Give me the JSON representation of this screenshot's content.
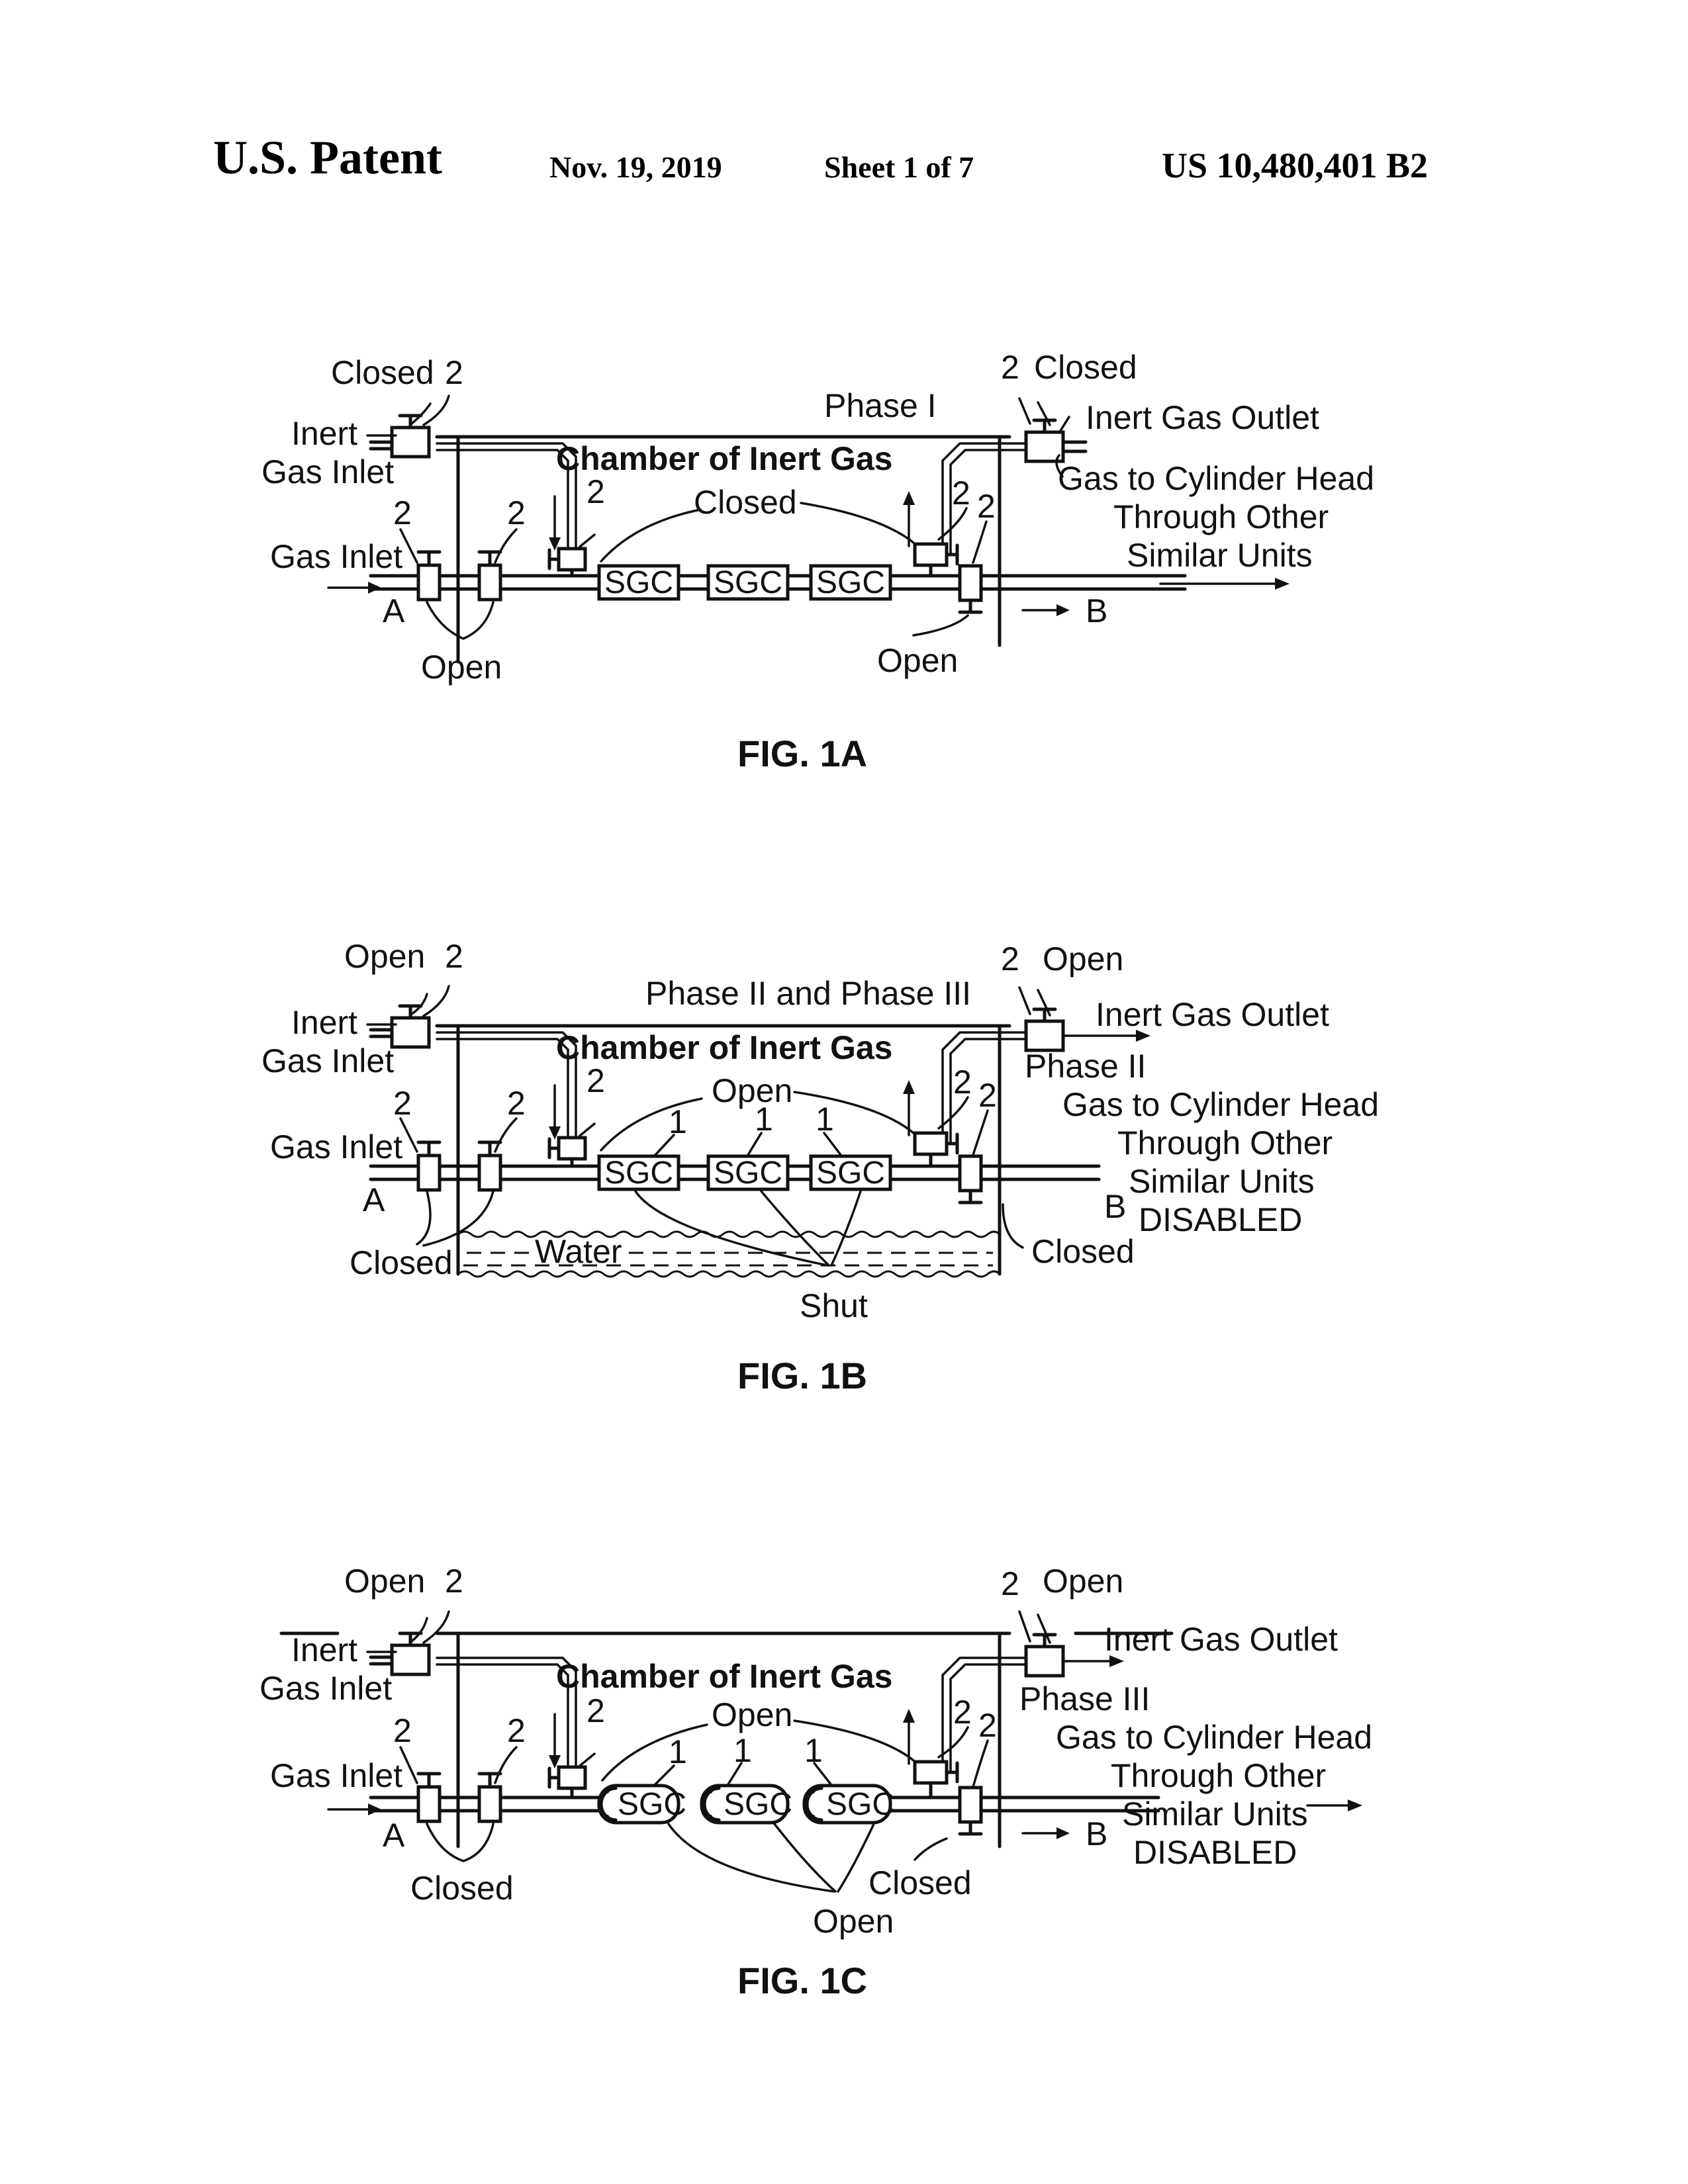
{
  "header": {
    "left": "U.S. Patent",
    "date": "Nov. 19, 2019",
    "sheet": "Sheet 1 of 7",
    "number": "US 10,480,401 B2"
  },
  "common": {
    "inert": "Inert",
    "gas_inlet_top": "Gas Inlet",
    "gas_inlet_main": "Gas Inlet",
    "chamber": "Chamber of Inert Gas",
    "inert_gas_outlet": "Inert Gas Outlet",
    "gas_to_cylinder_head": "Gas to Cylinder Head",
    "through_other": "Through Other",
    "similar_units": "Similar Units",
    "disabled": "DISABLED",
    "sgc": "SGC",
    "ref_valve": "2",
    "ref_sgc": "1",
    "point_a": "A",
    "point_b": "B",
    "water": "Water"
  },
  "fig1a": {
    "caption": "FIG. 1A",
    "phase": "Phase I",
    "inlet_valve_state": "Closed",
    "outlet_valve_state": "Closed",
    "chamber_valves_state": "Closed",
    "inlet_main_state": "Open",
    "outlet_main_state": "Open"
  },
  "fig1b": {
    "caption": "FIG. 1B",
    "phase": "Phase II and Phase III",
    "outlet_phase": "Phase II",
    "inlet_valve_state": "Open",
    "outlet_valve_state": "Open",
    "chamber_valves_state": "Open",
    "inlet_main_state": "Closed",
    "outlet_main_state": "Closed",
    "sgc_state": "Shut"
  },
  "fig1c": {
    "caption": "FIG. 1C",
    "outlet_phase": "Phase III",
    "inlet_valve_state": "Open",
    "outlet_valve_state": "Open",
    "chamber_valves_state": "Open",
    "inlet_main_state": "Closed",
    "outlet_main_state": "Closed",
    "sgc_state": "Open"
  }
}
